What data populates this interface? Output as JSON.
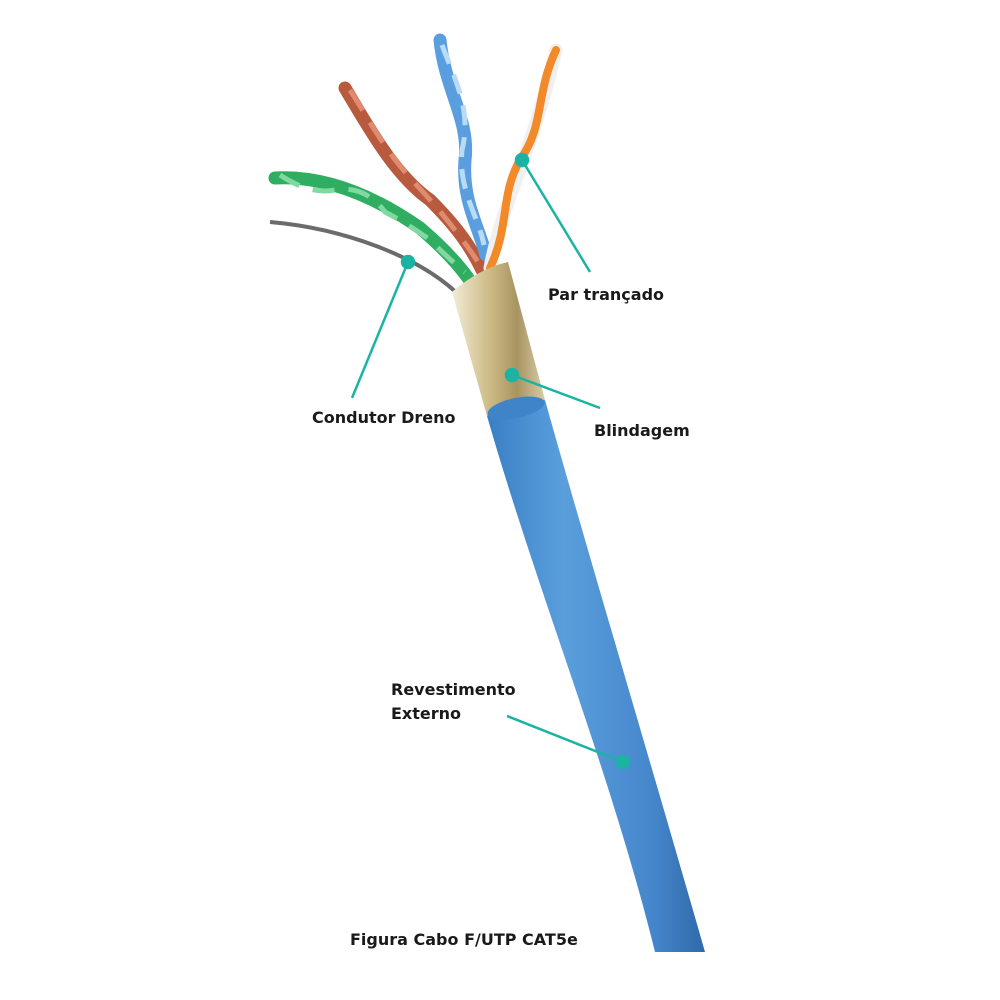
{
  "labels": {
    "twisted_pair": "Par trançado",
    "drain_wire": "Condutor Dreno",
    "shield": "Blindagem",
    "jacket_line1": "Revestimento",
    "jacket_line2": "Externo"
  },
  "caption": "Figura Cabo F/UTP CAT5e",
  "colors": {
    "annotation": "#1bb3a3",
    "jacket": "#4a8fd0",
    "foil": "#c9b98a",
    "green_pair": "#2fae62",
    "brown_pair": "#b85a3e",
    "blue_pair": "#6aaee6",
    "orange_pair": "#f28a2a",
    "drain": "#6b6b6b"
  }
}
